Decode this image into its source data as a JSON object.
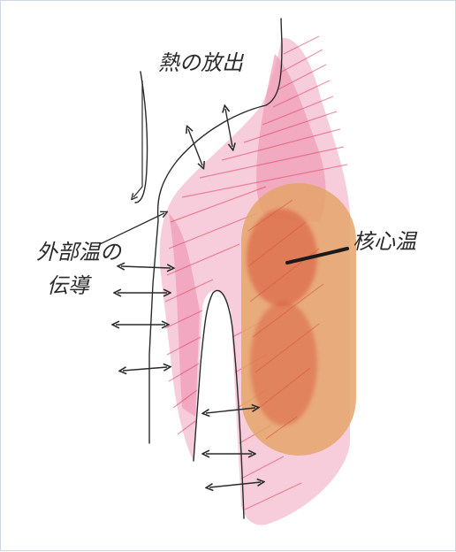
{
  "labels": {
    "heat_release": "熱の放出",
    "outer_conduction_line1": "外部温の",
    "outer_conduction_line2": "伝導",
    "core_temperature": "核心温"
  },
  "colors": {
    "tissue_pink": "#f2a0bd",
    "tissue_red": "#e0405f",
    "core_orange": "#e5a56a",
    "core_red": "#d9553a",
    "ink": "#2a2a2a"
  }
}
